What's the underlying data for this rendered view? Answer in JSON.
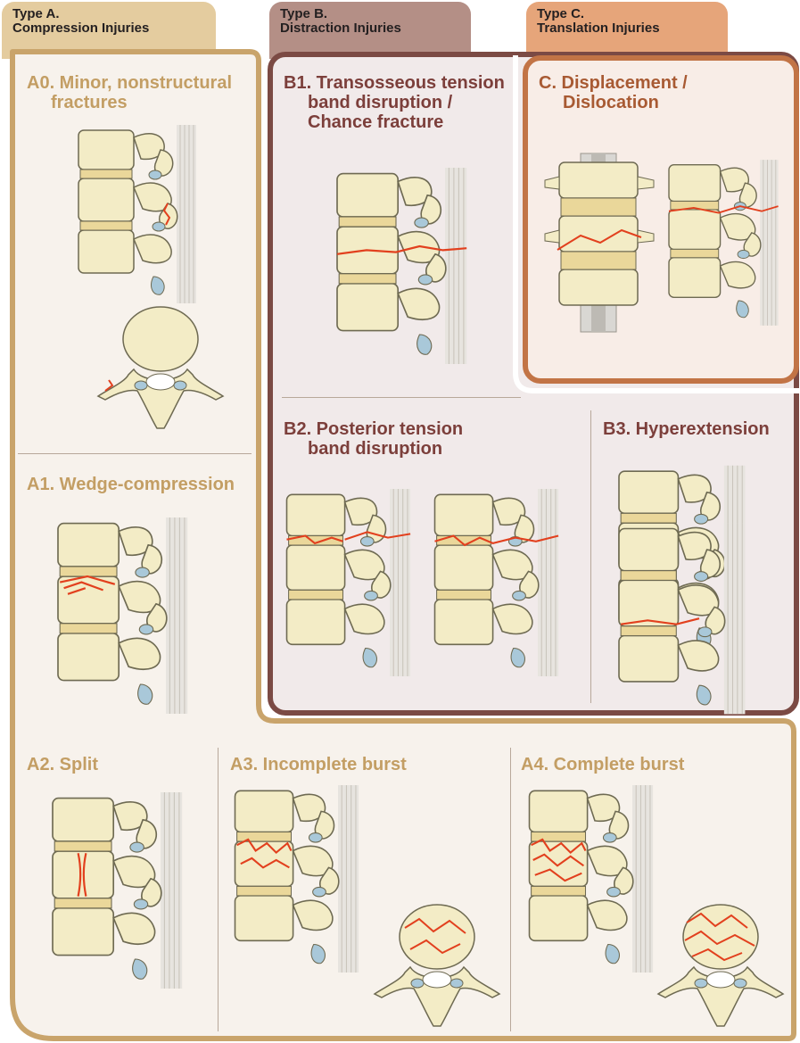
{
  "tabs": {
    "a": {
      "line1": "Type A.",
      "line2": "Compression Injuries"
    },
    "b": {
      "line1": "Type B.",
      "line2": "Distraction Injuries"
    },
    "c": {
      "line1": "Type C.",
      "line2": "Translation Injuries"
    }
  },
  "headings": {
    "a0": {
      "l1": "A0. Minor, nonstructural",
      "l2": "fractures"
    },
    "a1": "A1. Wedge-compression",
    "a2": "A2. Split",
    "a3": "A3. Incomplete burst",
    "a4": "A4. Complete burst",
    "b1": {
      "l1": "B1. Transosseous tension",
      "l2": "band disruption /",
      "l3": "Chance fracture"
    },
    "b2": {
      "l1": "B2. Posterior tension",
      "l2": "band disruption"
    },
    "b3": "B3. Hyperextension",
    "c": {
      "l1": "C. Displacement /",
      "l2": "Dislocation"
    }
  },
  "colors": {
    "type_a_tab": "#e4cc9f",
    "type_a_border": "#c9a46b",
    "type_a_fill": "#f7f2ec",
    "type_b_tab": "#b48f86",
    "type_b_border": "#7b4a44",
    "type_b_fill": "#f1eaea",
    "type_c_tab": "#e6a57a",
    "type_c_border": "#c27446",
    "type_c_fill": "#f8ede7",
    "bone": "#f3ecc6",
    "bone_outline": "#6e6a52",
    "disc": "#ead79a",
    "ligament": "#a9c8d9",
    "fracture": "#e2401e"
  }
}
